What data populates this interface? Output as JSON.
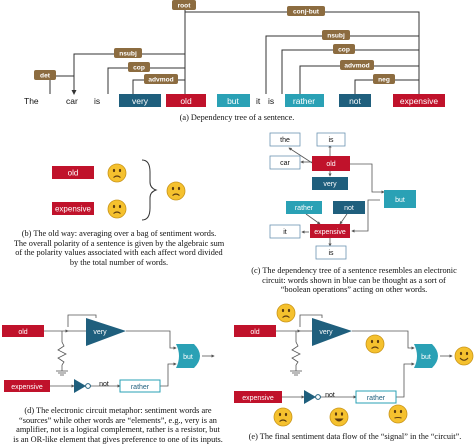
{
  "colors": {
    "red": "#c0122b",
    "blue": "#1f5f7d",
    "teal": "#2aa1b5",
    "olive": "#8c6c40",
    "node_border": "#6c93b3",
    "face_yellow": "#f5c12e"
  },
  "panel_a": {
    "words": [
      "The",
      "car",
      "is",
      "very",
      "old",
      "but",
      "it",
      "is",
      "rather",
      "not",
      "expensive"
    ],
    "arcs": [
      "det",
      "nsubj",
      "cop",
      "advmod",
      "root",
      "conj-but",
      "nsubj",
      "cop",
      "advmod",
      "neg"
    ],
    "caption": "(a) Dependency tree of a sentence."
  },
  "panel_b": {
    "words": [
      "old",
      "expensive"
    ],
    "caption_lines": [
      "(b) The old way: averaging over a bag of sentiment words.",
      "The overall polarity of a sentence is given by the algebraic sum",
      "of the polarity values associated with each affect word divided",
      "by the total number of words."
    ]
  },
  "panel_c": {
    "nodes": [
      "the",
      "is",
      "car",
      "old",
      "very",
      "but",
      "rather",
      "not",
      "expensive",
      "it",
      "is"
    ],
    "caption_lines": [
      "(c) The dependency tree of a sentence resembles an electronic",
      "circuit: words shown in blue can be thought as a sort of",
      "“boolean operations” acting on other words."
    ]
  },
  "panel_d": {
    "labels": [
      "old",
      "very",
      "but",
      "expensive",
      "not",
      "rather"
    ],
    "caption_lines": [
      "(d) The electronic circuit metaphor: sentiment words are",
      "“sources” while other words are “elements”, e.g., very is an",
      "amplifier, not is a logical complement, rather is a resistor, but",
      "is an OR-like element that gives preference to one of its inputs."
    ]
  },
  "panel_e": {
    "labels": [
      "old",
      "very",
      "but",
      "expensive",
      "not",
      "rather"
    ],
    "caption_lines": [
      "(e) The final sentiment data flow of the “signal” in the “circuit”."
    ]
  }
}
